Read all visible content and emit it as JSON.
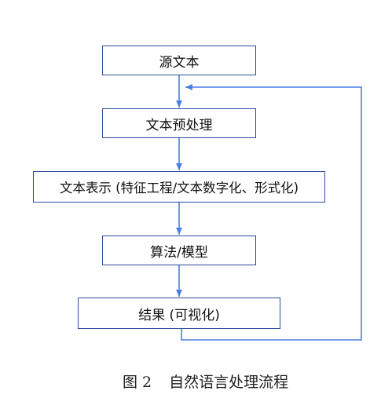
{
  "nodes": {
    "source": "源文本",
    "preprocess": "文本预处理",
    "representation": "文本表示 (特征工程/文本数字化、形式化)",
    "algorithm": "算法/模型",
    "result": "结果 (可视化)"
  },
  "caption": {
    "figure_number": "图 2",
    "title": "自然语言处理流程"
  },
  "colors": {
    "box_border": "#2b4c9a",
    "arrow": "#4a7fe6",
    "text": "#111111"
  }
}
